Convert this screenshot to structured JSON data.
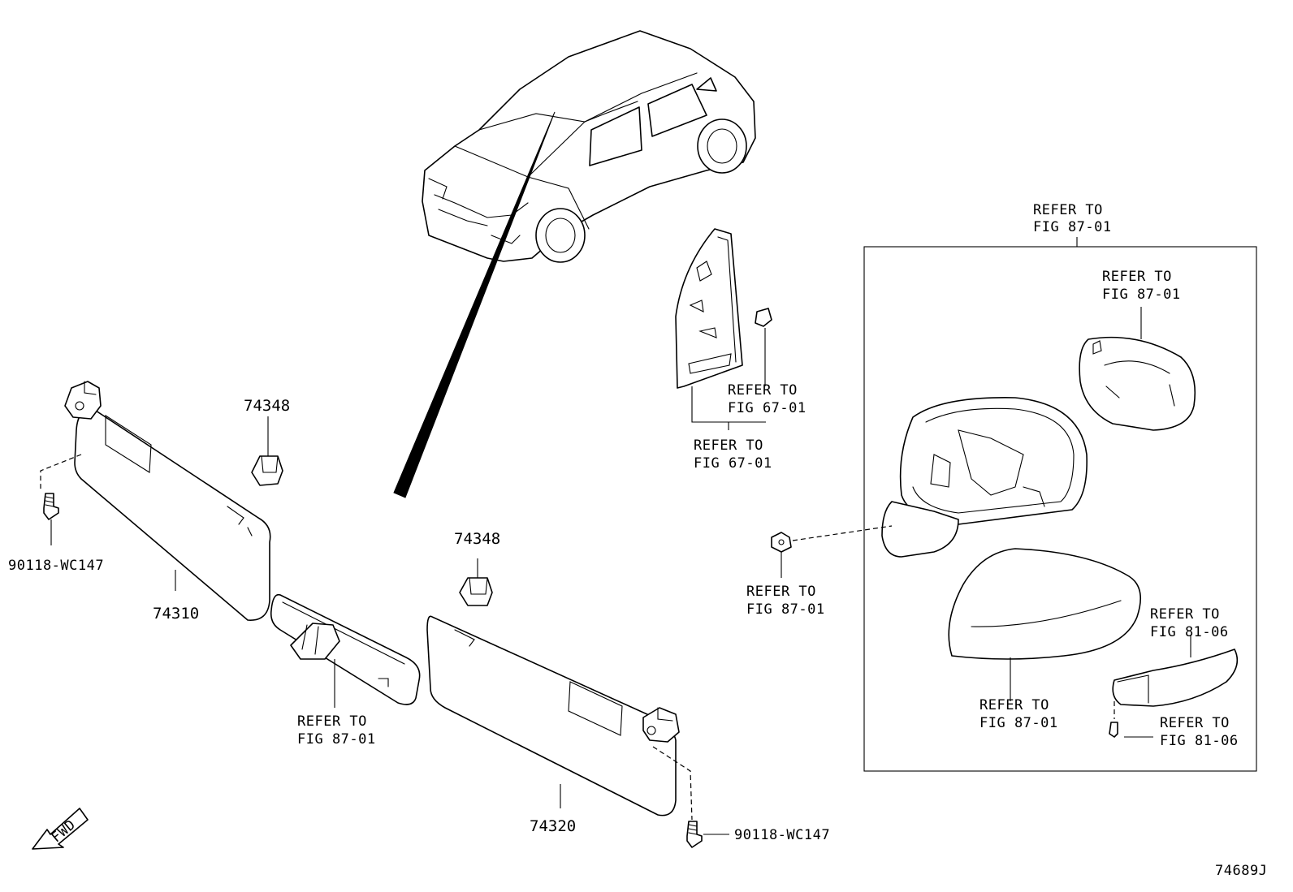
{
  "labels": {
    "mirror_assy_frame_ref": [
      "REFER TO",
      "FIG 87-01"
    ],
    "mirror_glass_ref": [
      "REFER TO",
      "FIG 87-01"
    ],
    "pillar_clip_ref": [
      "REFER TO",
      "FIG 67-01"
    ],
    "pillar_garnish_ref": [
      "REFER TO",
      "FIG 67-01"
    ],
    "mirror_nut_ref": [
      "REFER TO",
      "FIG 87-01"
    ],
    "turn_lamp_ref": [
      "REFER TO",
      "FIG 81-06"
    ],
    "mirror_cover_ref": [
      "REFER TO",
      "FIG 87-01"
    ],
    "turn_lamp_screw_ref": [
      "REFER TO",
      "FIG 81-06"
    ],
    "inner_mirror_ref": [
      "REFER TO",
      "FIG 87-01"
    ]
  },
  "part_numbers": {
    "clip_upper": "74348",
    "clip_lower": "74348",
    "visor_left": "74310",
    "visor_right": "74320",
    "screw_left": "90118-WC147",
    "screw_right": "90118-WC147"
  },
  "fwd_label": "FWD",
  "figure_code": "74689J"
}
